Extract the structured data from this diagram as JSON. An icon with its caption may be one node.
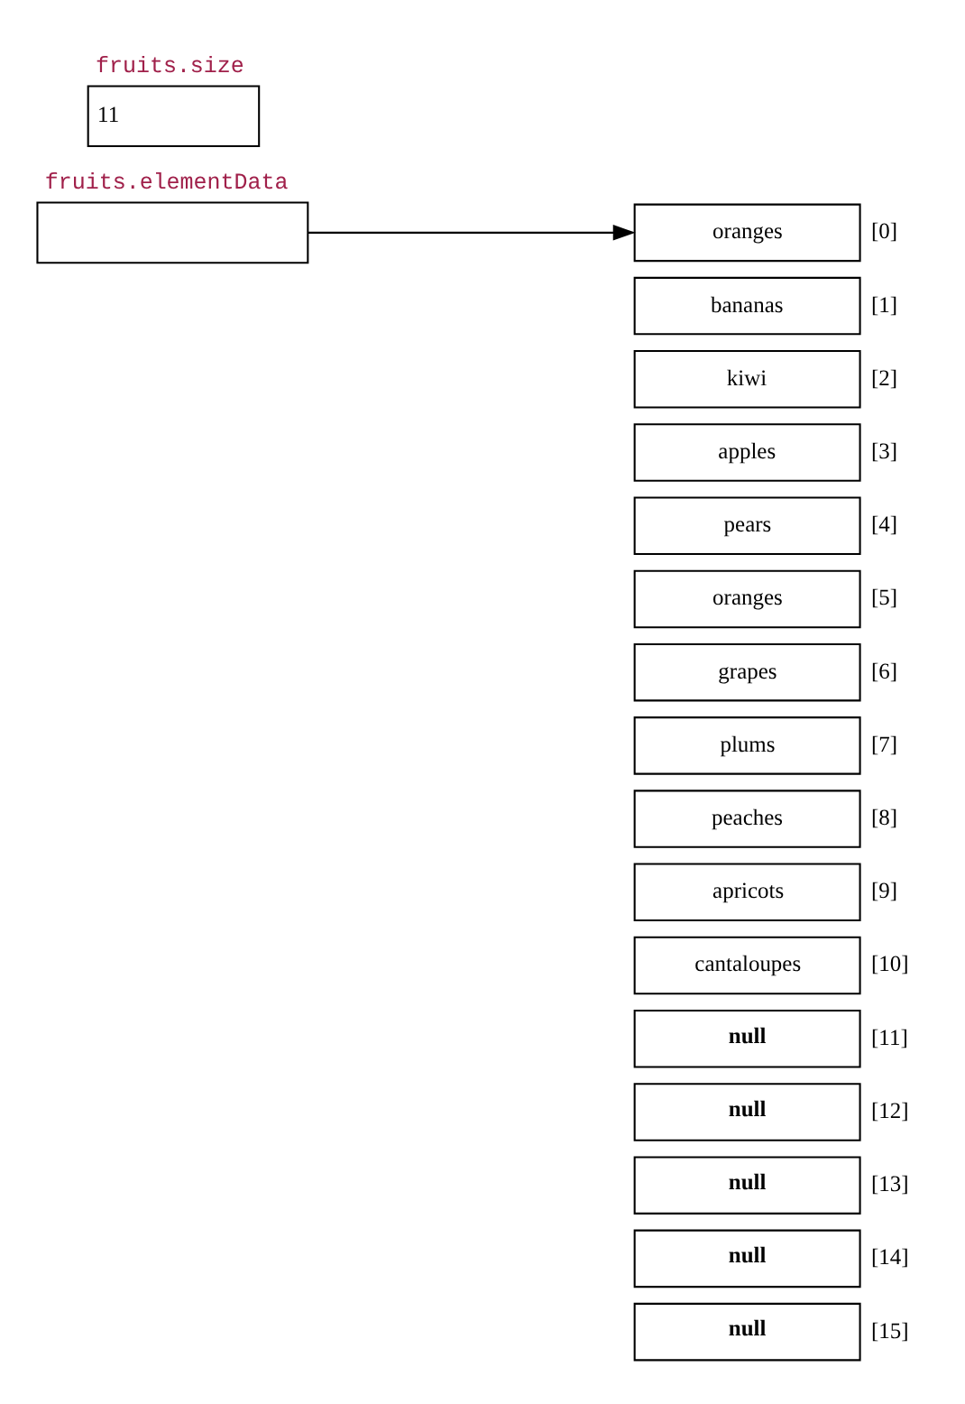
{
  "diagram": {
    "nodes": [
      {
        "text": [
          "fruits.elementData"
        ]
      },
      {
        "text": [
          "fruits.size",
          "11"
        ]
      },
      {
        "text": [
          "oranges"
        ],
        "beside": [
          "[0]"
        ]
      },
      {
        "text": [
          "bananas"
        ],
        "beside": [
          "[1]"
        ]
      },
      {
        "text": [
          "kiwi"
        ],
        "beside": [
          "[2]"
        ]
      },
      {
        "text": [
          "apples"
        ],
        "beside": [
          "[3]"
        ]
      },
      {
        "text": [
          "pears"
        ],
        "beside": [
          "[4]"
        ]
      },
      {
        "text": [
          "oranges"
        ],
        "beside": [
          "[5]"
        ]
      },
      {
        "text": [
          "grapes"
        ],
        "beside": [
          "[6]"
        ]
      },
      {
        "text": [
          "plums"
        ],
        "beside": [
          "[7]"
        ]
      },
      {
        "text": [
          "peaches"
        ],
        "beside": [
          "[8]"
        ]
      },
      {
        "text": [
          "apricots"
        ],
        "beside": [
          "[9]"
        ]
      },
      {
        "text": [
          "cantaloupes"
        ],
        "beside": [
          "[10]"
        ]
      },
      {
        "text": [
          "null"
        ],
        "beside": [
          "[11]"
        ]
      },
      {
        "text": [
          "null"
        ],
        "beside": [
          "[12]"
        ]
      },
      {
        "text": [
          "null"
        ],
        "beside": [
          "[13]"
        ]
      },
      {
        "text": [
          "null"
        ],
        "beside": [
          "[14]"
        ]
      },
      {
        "text": [
          "null"
        ],
        "beside": [
          "[15]"
        ]
      }
    ],
    "edges": [
      {
        "from": 0,
        "to": 2,
        "arrow": "to"
      }
    ]
  }
}
